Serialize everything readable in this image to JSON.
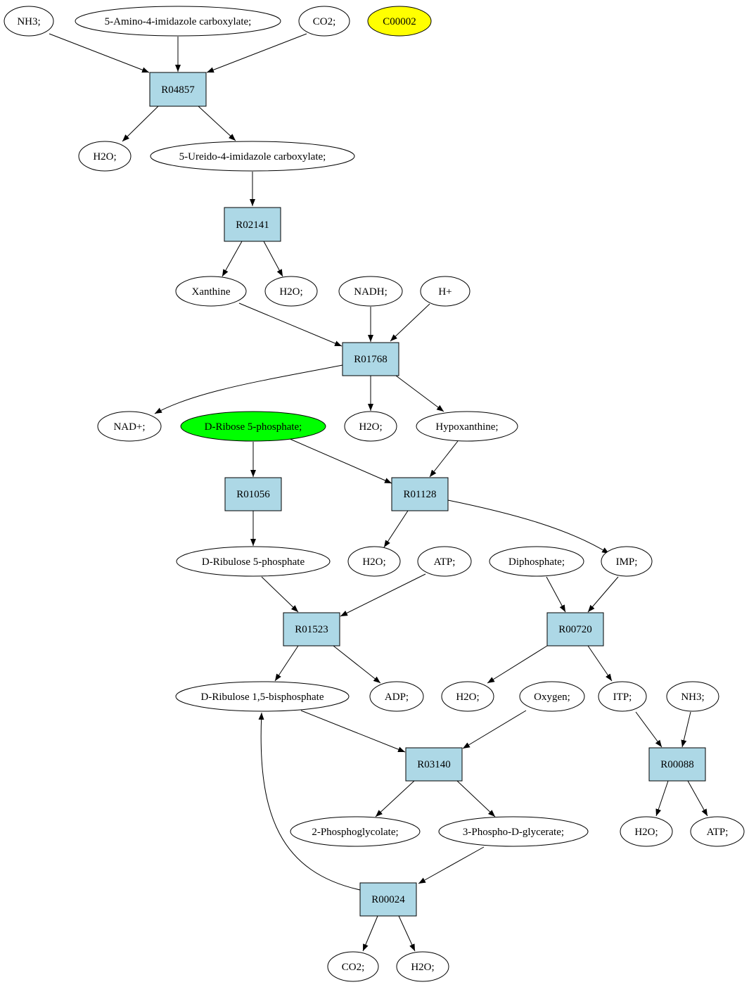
{
  "colors": {
    "compound_fill": "#ffffff",
    "reaction_fill": "#add8e6",
    "highlight_yellow": "#ffff00",
    "highlight_green": "#00ff00",
    "stroke": "#000000"
  },
  "nodes": {
    "nh3_top": "NH3;",
    "amino_imidazole": "5-Amino-4-imidazole carboxylate;",
    "co2_top": "CO2;",
    "c00002": "C00002",
    "r04857": "R04857",
    "h2o_1": "H2O;",
    "ureido_imidazole": "5-Ureido-4-imidazole carboxylate;",
    "r02141": "R02141",
    "xanthine": "Xanthine",
    "h2o_2": "H2O;",
    "nadh": "NADH;",
    "hplus": "H+",
    "r01768": "R01768",
    "nadplus": "NAD+;",
    "ribose5p": "D-Ribose 5-phosphate;",
    "h2o_3": "H2O;",
    "hypoxanthine": "Hypoxanthine;",
    "r01056": "R01056",
    "r01128": "R01128",
    "ribulose5p": "D-Ribulose 5-phosphate",
    "h2o_4": "H2O;",
    "atp_1": "ATP;",
    "diphosphate": "Diphosphate;",
    "imp": "IMP;",
    "r01523": "R01523",
    "r00720": "R00720",
    "ribulose15bp": "D-Ribulose 1,5-bisphosphate",
    "adp": "ADP;",
    "h2o_5": "H2O;",
    "oxygen": "Oxygen;",
    "itp": "ITP;",
    "nh3_bottom": "NH3;",
    "r03140": "R03140",
    "r00088": "R00088",
    "phosphoglycolate": "2-Phosphoglycolate;",
    "phosphoglycerate": "3-Phospho-D-glycerate;",
    "h2o_6": "H2O;",
    "atp_2": "ATP;",
    "r00024": "R00024",
    "co2_bottom": "CO2;",
    "h2o_7": "H2O;"
  }
}
